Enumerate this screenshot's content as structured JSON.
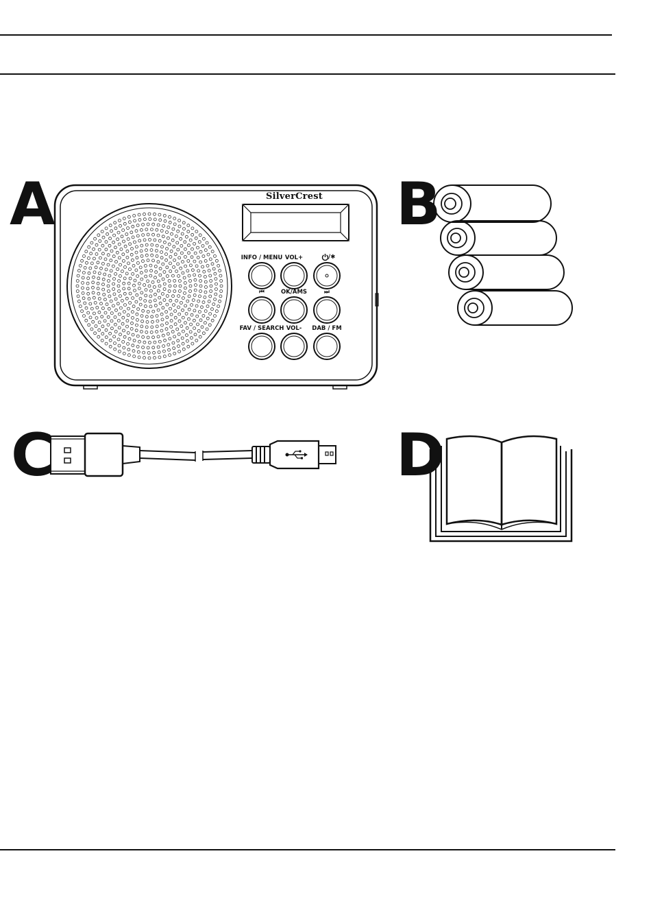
{
  "labels": {
    "a": "A",
    "b": "B",
    "c": "C",
    "d": "D"
  },
  "radio": {
    "brand": "SilverCrest",
    "buttons": {
      "info_menu": "INFO / MENU",
      "vol_plus": "VOL+",
      "prev": "⏮",
      "ok_ams": "OK/AMS",
      "next": "⏭",
      "fav_search": "FAV / SEARCH",
      "vol_minus": "VOL-",
      "dab_fm": "DAB / FM"
    }
  },
  "icons": {
    "power": "power-icon",
    "usb": "usb-icon",
    "book": "book-icon"
  }
}
